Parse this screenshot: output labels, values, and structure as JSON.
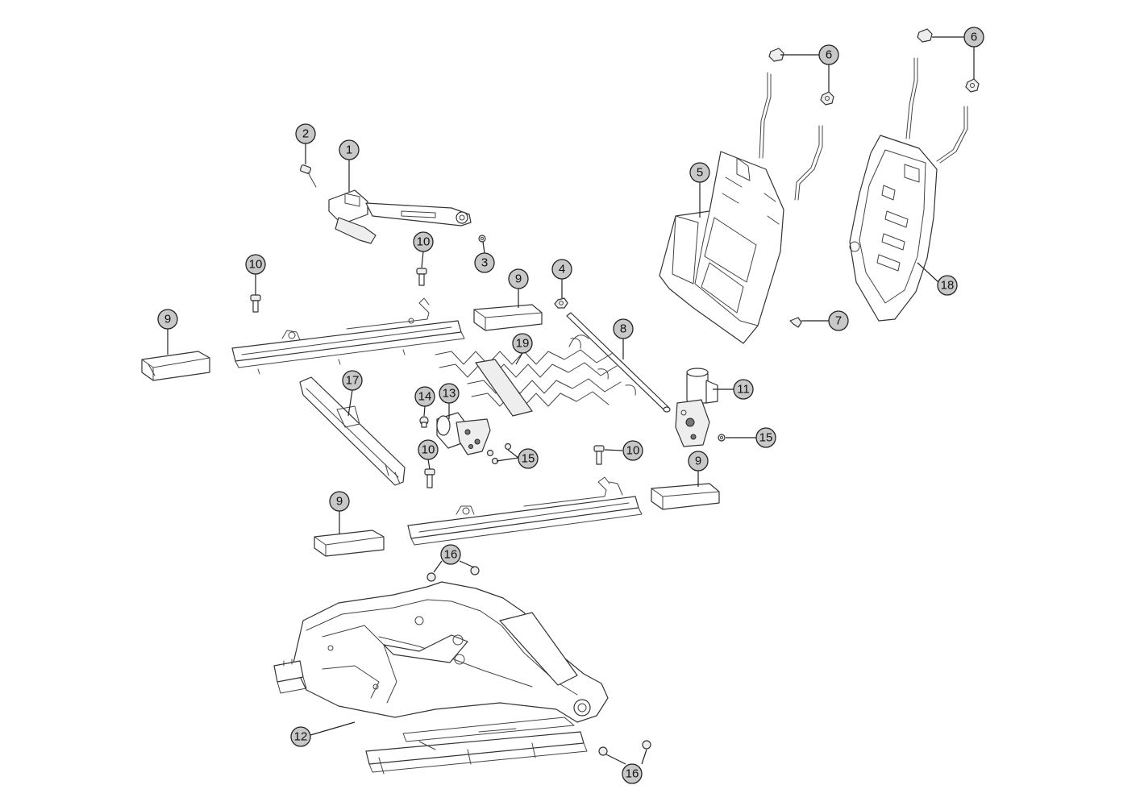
{
  "colors": {
    "callout_fill": "#c8c8c8",
    "line": "#222222",
    "background": "#ffffff"
  },
  "callouts": [
    {
      "label": "1"
    },
    {
      "label": "2"
    },
    {
      "label": "3"
    },
    {
      "label": "4"
    },
    {
      "label": "5"
    },
    {
      "label": "6"
    },
    {
      "label": "6"
    },
    {
      "label": "7"
    },
    {
      "label": "8"
    },
    {
      "label": "9"
    },
    {
      "label": "9"
    },
    {
      "label": "9"
    },
    {
      "label": "9"
    },
    {
      "label": "10"
    },
    {
      "label": "10"
    },
    {
      "label": "10"
    },
    {
      "label": "10"
    },
    {
      "label": "11"
    },
    {
      "label": "12"
    },
    {
      "label": "13"
    },
    {
      "label": "14"
    },
    {
      "label": "15"
    },
    {
      "label": "15"
    },
    {
      "label": "16"
    },
    {
      "label": "16"
    },
    {
      "label": "17"
    },
    {
      "label": "18"
    },
    {
      "label": "19"
    }
  ]
}
